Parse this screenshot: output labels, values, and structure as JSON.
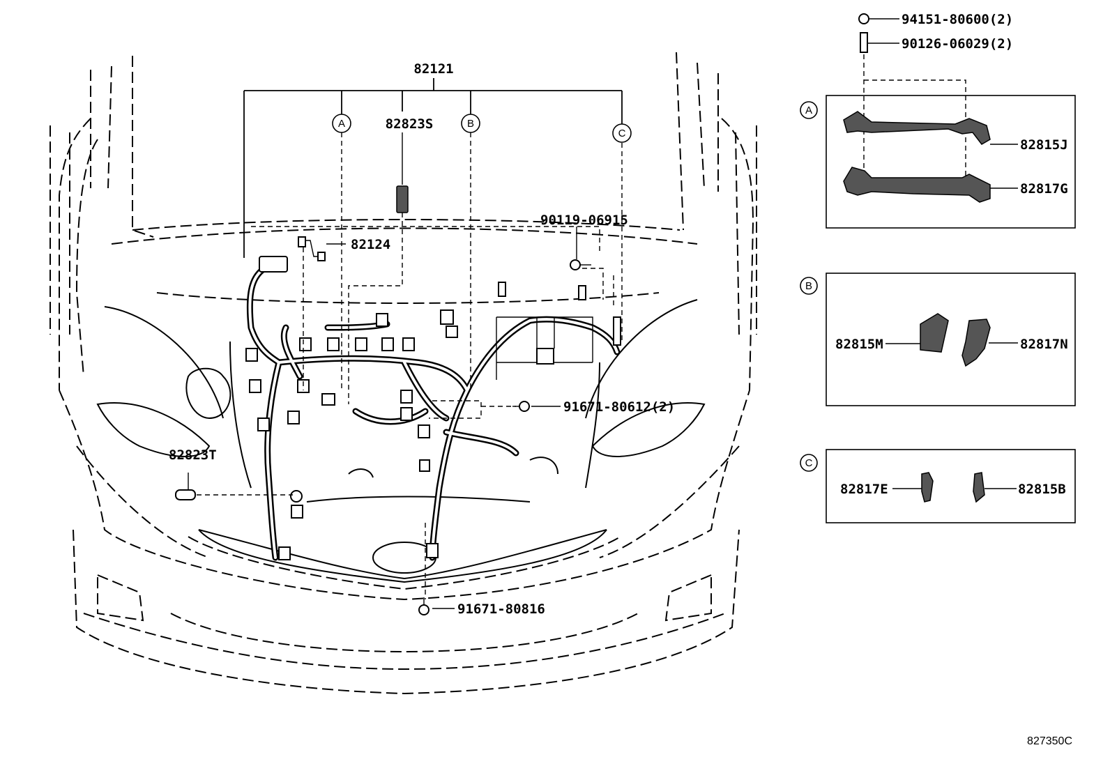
{
  "diagram_code": "827350C",
  "main_assembly": {
    "label": "82121"
  },
  "callouts": {
    "a": "A",
    "b": "B",
    "c": "C"
  },
  "parts": {
    "p82823S": "82823S",
    "p82124": "82124",
    "p90119": "90119-06915",
    "p91671_612": "91671-80612(2)",
    "p82823T": "82823T",
    "p91671_816": "91671-80816",
    "p94151": "94151-80600(2)",
    "p90126": "90126-06029(2)",
    "p82815J": "82815J",
    "p82817G": "82817G",
    "p82815M": "82815M",
    "p82817N": "82817N",
    "p82817E": "82817E",
    "p82815B": "82815B"
  }
}
